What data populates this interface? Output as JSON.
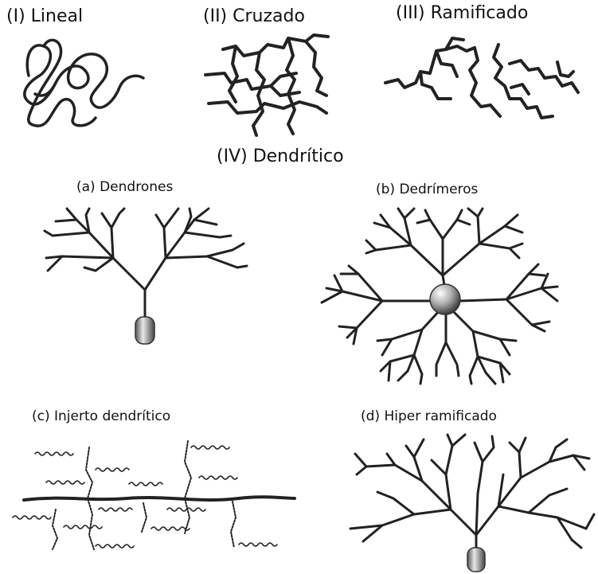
{
  "labels": {
    "linear": "(I) Lineal",
    "crosslinked": "(II) Cruzado",
    "branched": "(III) Ramificado",
    "dendritic": "(IV) Dendrítico",
    "dendrons": "(a) Dendrones",
    "dendrimers": "(b) Dedrímeros",
    "graft": "(c) Injerto dendrítico",
    "hyperbranched": "(d) Hiper ramificado"
  }
}
